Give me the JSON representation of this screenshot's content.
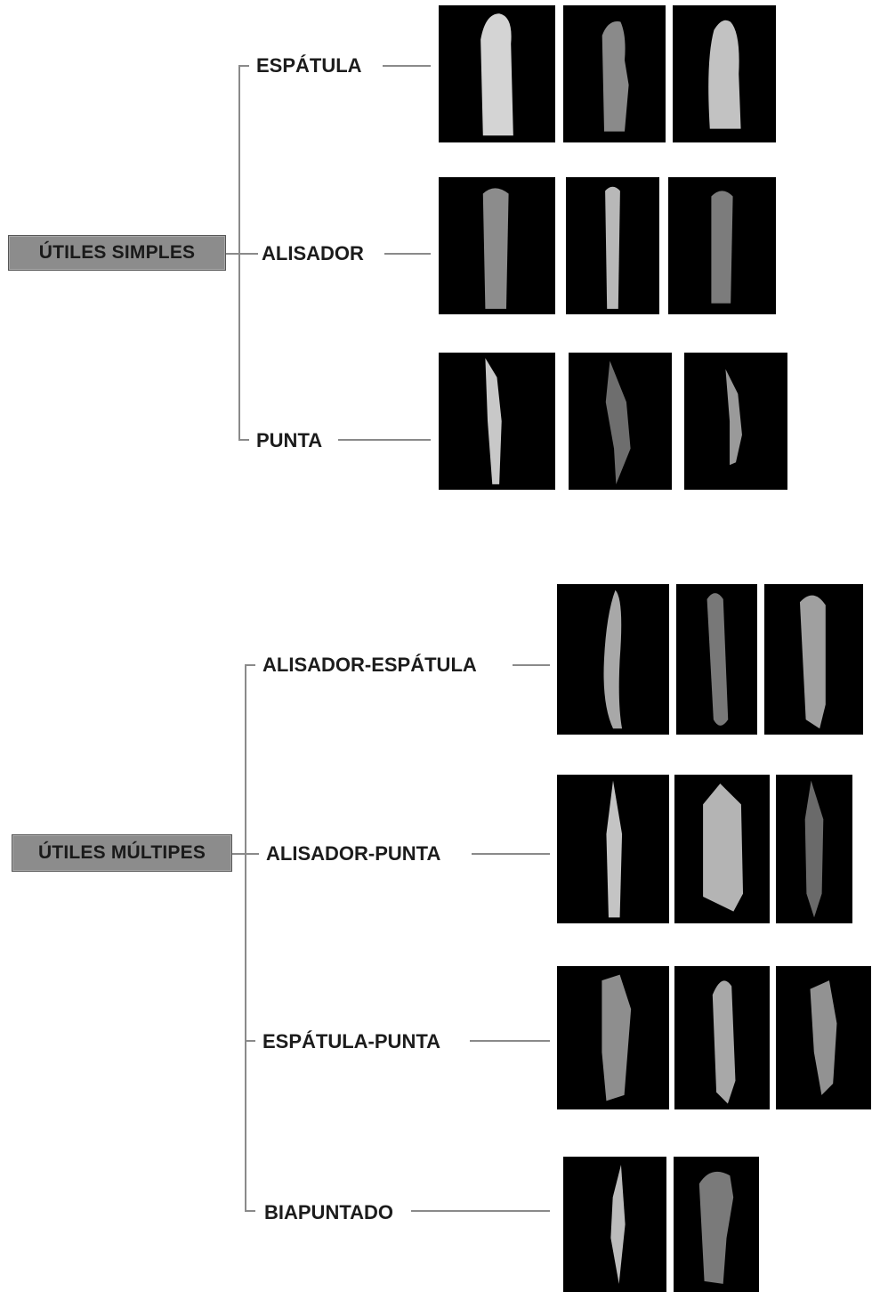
{
  "simple": {
    "title": "ÚTILES SIMPLES",
    "branches": [
      {
        "label": "ESPÁTULA",
        "tools": [
          "bone-spatula-icon",
          "bone-spatula-icon",
          "bone-spatula-icon"
        ]
      },
      {
        "label": "ALISADOR",
        "tools": [
          "bone-smoother-icon",
          "bone-smoother-icon",
          "bone-smoother-icon"
        ]
      },
      {
        "label": "PUNTA",
        "tools": [
          "bone-point-icon",
          "bone-point-icon",
          "bone-point-icon"
        ]
      }
    ]
  },
  "multiple": {
    "title": "ÚTILES MÚLTIPES",
    "branches": [
      {
        "label": "ALISADOR-ESPÁTULA",
        "tools": [
          "bone-smoother-spatula-icon",
          "bone-smoother-spatula-icon",
          "bone-smoother-spatula-icon"
        ]
      },
      {
        "label": "ALISADOR-PUNTA",
        "tools": [
          "bone-smoother-point-icon",
          "bone-smoother-point-icon",
          "bone-smoother-point-icon"
        ]
      },
      {
        "label": "ESPÁTULA-PUNTA",
        "tools": [
          "bone-spatula-point-icon",
          "bone-spatula-point-icon",
          "bone-spatula-point-icon"
        ]
      },
      {
        "label": "BIAPUNTADO",
        "tools": [
          "bone-bipointed-icon",
          "bone-bipointed-icon"
        ]
      }
    ]
  },
  "colors": {
    "box_fill": "#8c8c8c",
    "connector": "#8a8a8a",
    "photo_background": "#000000",
    "bone_light": "#d8d8d8",
    "bone_dark": "#6e6e6e"
  }
}
